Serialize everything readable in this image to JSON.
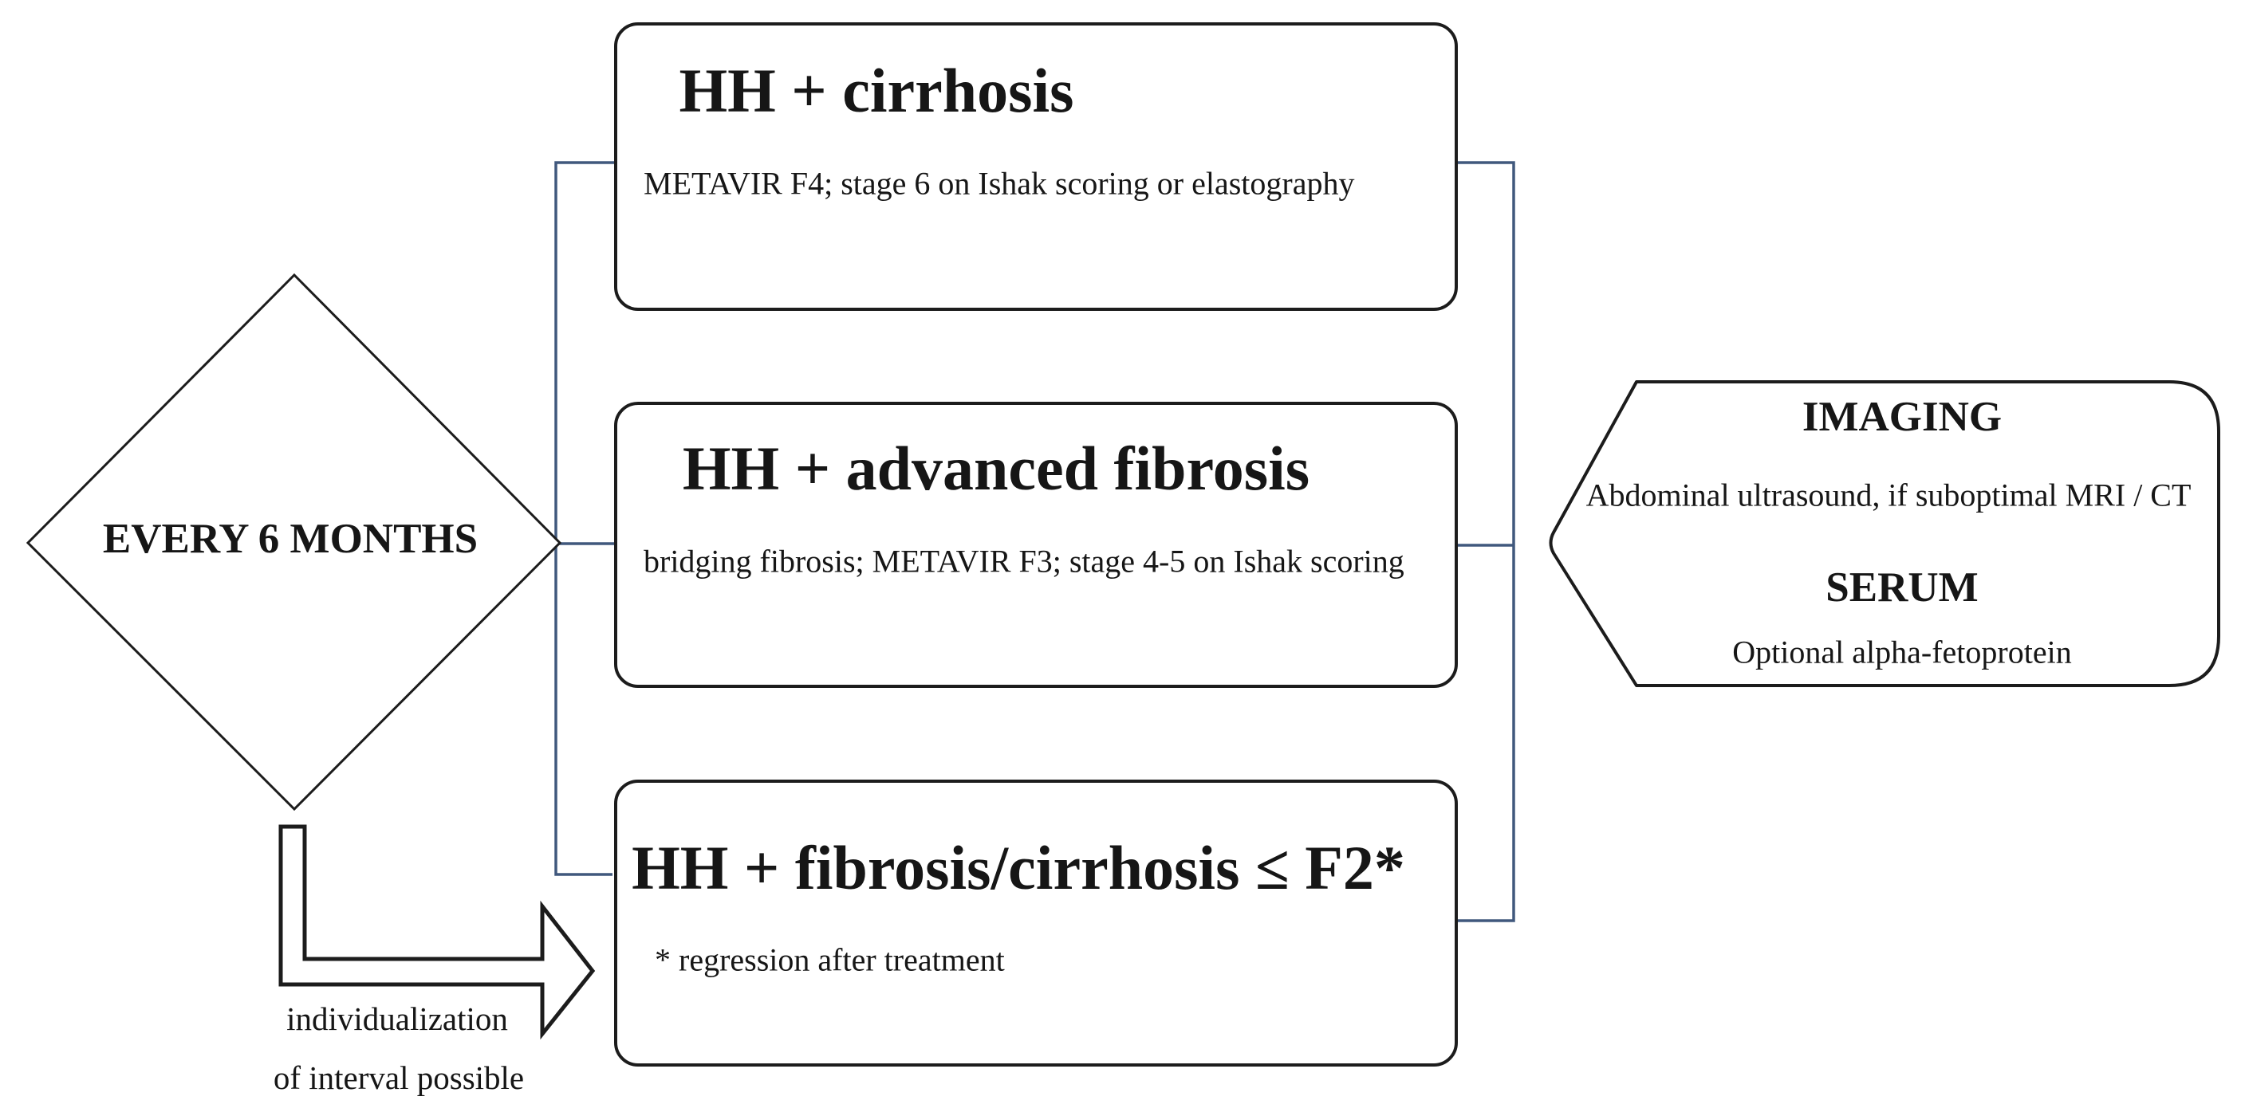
{
  "diamond": {
    "label": "EVERY 6 MONTHS"
  },
  "boxes": [
    {
      "title": "HH + cirrhosis",
      "subtitle": "METAVIR F4; stage 6 on Ishak scoring or elastography"
    },
    {
      "title": "HH + advanced fibrosis",
      "subtitle": "bridging fibrosis; METAVIR F3; stage 4-5 on Ishak scoring"
    },
    {
      "title": "HH + fibrosis/cirrhosis ≤ F2*",
      "subtitle": "* regression after treatment"
    }
  ],
  "side_panel": {
    "imaging_heading": "IMAGING",
    "imaging_text": "Abdominal ultrasound, if suboptimal MRI / CT",
    "serum_heading": "SERUM",
    "serum_text": "Optional alpha-fetoprotein"
  },
  "arrow_note": {
    "line1": "individualization",
    "line2": "of  interval possible"
  },
  "colors": {
    "connector_blue": "#40587d",
    "stroke_black": "#1c1c1c"
  }
}
